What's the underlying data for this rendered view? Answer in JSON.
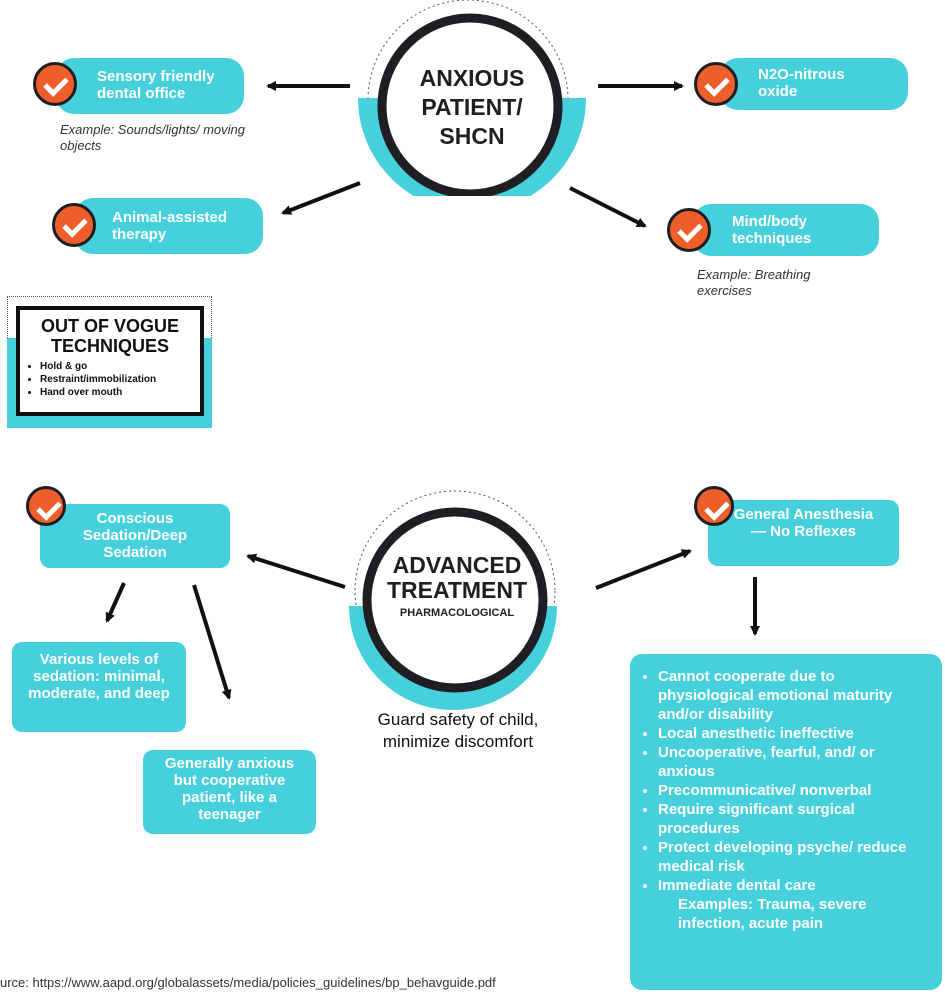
{
  "colors": {
    "accent": "#45d0dc",
    "check": "#ee5e2b",
    "dark": "#1f1f23"
  },
  "top": {
    "center_title_lines": [
      "ANXIOUS",
      "PATIENT/",
      "SHCN"
    ],
    "items": [
      {
        "label": "Sensory friendly dental office",
        "example": "Example: Sounds/lights/ moving objects"
      },
      {
        "label": "Animal-assisted therapy"
      },
      {
        "label": "N2O-nitrous oxide"
      },
      {
        "label": "Mind/body techniques",
        "example": "Example: Breathing exercises"
      }
    ]
  },
  "vogue": {
    "title": "OUT OF VOGUE TECHNIQUES",
    "items": [
      "Hold & go",
      "Restraint/immobilization",
      "Hand over mouth"
    ]
  },
  "bottom": {
    "center_title": "ADVANCED TREATMENT",
    "center_subtitle": "PHARMACOLOGICAL",
    "caption": "Guard safety of child, minimize discomfort",
    "sedation": "Conscious Sedation/Deep Sedation",
    "levels": "Various levels of sedation: minimal, moderate, and deep",
    "anxious": "Generally anxious but cooperative patient, like a teenager",
    "general": "General Anesthesia — No Reflexes",
    "reasons": [
      "Cannot cooperate due to physiological emotional maturity and/or disability",
      "Local anesthetic ineffective",
      "Uncooperative, fearful, and/ or anxious",
      "Precommunicative/ nonverbal",
      "Require significant surgical procedures",
      "Protect developing psyche/ reduce medical risk",
      "Immediate dental care"
    ],
    "reasons_example": "Examples: Trauma, severe infection, acute pain"
  },
  "source": "urce: https://www.aapd.org/globalassets/media/policies_guidelines/bp_behavguide.pdf"
}
